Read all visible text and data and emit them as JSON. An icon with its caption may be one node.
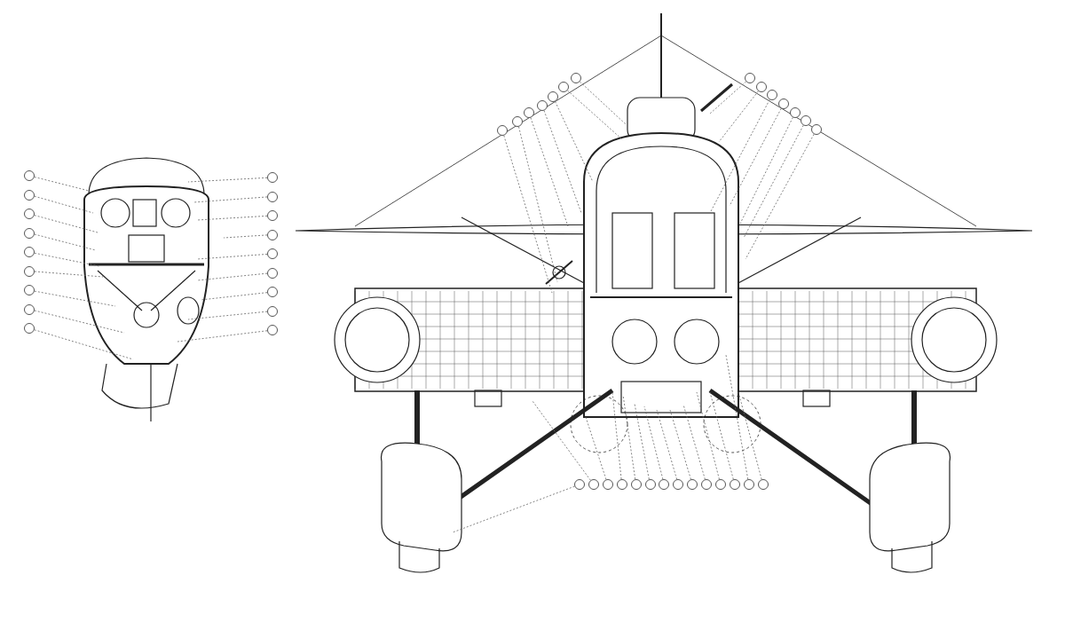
{
  "diagram": {
    "nodes": [
      {
        "text": [],
        "shape": "circle"
      },
      {
        "text": [],
        "shape": "circle"
      },
      {
        "text": [],
        "shape": "circle"
      },
      {
        "text": [],
        "shape": "circle"
      },
      {
        "text": [],
        "shape": "circle"
      },
      {
        "text": [],
        "shape": "circle"
      },
      {
        "text": [],
        "shape": "circle"
      },
      {
        "text": [],
        "shape": "circle"
      },
      {
        "text": [],
        "shape": "circle"
      },
      {
        "text": [],
        "shape": "circle"
      },
      {
        "text": [],
        "shape": "circle"
      },
      {
        "text": [],
        "shape": "circle"
      },
      {
        "text": [],
        "shape": "circle"
      },
      {
        "text": [],
        "shape": "circle"
      },
      {
        "text": [],
        "shape": "circle"
      },
      {
        "text": [],
        "shape": "circle"
      },
      {
        "text": [],
        "shape": "circle"
      },
      {
        "text": [],
        "shape": "circle"
      },
      {
        "text": [],
        "shape": "circle"
      },
      {
        "text": [],
        "shape": "circle"
      },
      {
        "text": [],
        "shape": "circle"
      },
      {
        "text": [],
        "shape": "circle"
      },
      {
        "text": [],
        "shape": "circle"
      },
      {
        "text": [],
        "shape": "circle"
      },
      {
        "text": [],
        "shape": "circle"
      },
      {
        "text": [],
        "shape": "circle"
      },
      {
        "text": [],
        "shape": "circle"
      },
      {
        "text": [],
        "shape": "circle"
      },
      {
        "text": [],
        "shape": "circle"
      },
      {
        "text": [],
        "shape": "circle"
      },
      {
        "text": [],
        "shape": "circle"
      },
      {
        "text": [],
        "shape": "circle"
      },
      {
        "text": [],
        "shape": "circle"
      },
      {
        "text": [],
        "shape": "circle"
      },
      {
        "text": [],
        "shape": "circle"
      },
      {
        "text": [],
        "shape": "circle"
      },
      {
        "text": [],
        "shape": "circle"
      },
      {
        "text": [],
        "shape": "circle"
      },
      {
        "text": [],
        "shape": "circle"
      },
      {
        "text": [],
        "shape": "circle"
      },
      {
        "text": [],
        "shape": "circle"
      },
      {
        "text": [],
        "shape": "circle"
      },
      {
        "text": [],
        "shape": "circle"
      },
      {
        "text": [],
        "shape": "circle"
      },
      {
        "text": [],
        "shape": "circle"
      },
      {
        "text": [],
        "shape": "circle"
      }
    ],
    "edges": [
      {
        "from": 0,
        "to": null,
        "arrow": "none"
      },
      {
        "from": 1,
        "to": null,
        "arrow": "none"
      },
      {
        "from": 2,
        "to": null,
        "arrow": "none"
      },
      {
        "from": 3,
        "to": null,
        "arrow": "none"
      },
      {
        "from": 4,
        "to": null,
        "arrow": "none"
      },
      {
        "from": 5,
        "to": null,
        "arrow": "none"
      },
      {
        "from": 6,
        "to": null,
        "arrow": "none"
      },
      {
        "from": 7,
        "to": null,
        "arrow": "none"
      },
      {
        "from": 8,
        "to": null,
        "arrow": "none"
      },
      {
        "from": 9,
        "to": null,
        "arrow": "none"
      },
      {
        "from": 10,
        "to": null,
        "arrow": "none"
      },
      {
        "from": 11,
        "to": null,
        "arrow": "none"
      },
      {
        "from": 12,
        "to": null,
        "arrow": "none"
      },
      {
        "from": 13,
        "to": null,
        "arrow": "none"
      },
      {
        "from": 14,
        "to": null,
        "arrow": "none"
      },
      {
        "from": 15,
        "to": null,
        "arrow": "none"
      },
      {
        "from": 16,
        "to": null,
        "arrow": "none"
      },
      {
        "from": 17,
        "to": null,
        "arrow": "none"
      },
      {
        "from": 18,
        "to": null,
        "arrow": "none"
      },
      {
        "from": 19,
        "to": null,
        "arrow": "none"
      },
      {
        "from": 20,
        "to": null,
        "arrow": "none"
      },
      {
        "from": 21,
        "to": null,
        "arrow": "none"
      },
      {
        "from": 22,
        "to": null,
        "arrow": "none"
      },
      {
        "from": 23,
        "to": null,
        "arrow": "none"
      },
      {
        "from": 24,
        "to": null,
        "arrow": "none"
      },
      {
        "from": 25,
        "to": null,
        "arrow": "none"
      },
      {
        "from": 26,
        "to": null,
        "arrow": "none"
      },
      {
        "from": 27,
        "to": null,
        "arrow": "none"
      },
      {
        "from": 28,
        "to": null,
        "arrow": "none"
      },
      {
        "from": 29,
        "to": null,
        "arrow": "none"
      },
      {
        "from": 30,
        "to": null,
        "arrow": "none"
      },
      {
        "from": 31,
        "to": null,
        "arrow": "none"
      },
      {
        "from": 32,
        "to": null,
        "arrow": "none"
      },
      {
        "from": 33,
        "to": null,
        "arrow": "none"
      },
      {
        "from": 34,
        "to": null,
        "arrow": "none"
      },
      {
        "from": 35,
        "to": null,
        "arrow": "none"
      },
      {
        "from": 36,
        "to": null,
        "arrow": "none"
      },
      {
        "from": 37,
        "to": null,
        "arrow": "none"
      },
      {
        "from": 38,
        "to": null,
        "arrow": "none"
      },
      {
        "from": 39,
        "to": null,
        "arrow": "none"
      },
      {
        "from": 40,
        "to": null,
        "arrow": "none"
      },
      {
        "from": 41,
        "to": null,
        "arrow": "none"
      },
      {
        "from": 42,
        "to": null,
        "arrow": "none"
      },
      {
        "from": 43,
        "to": null,
        "arrow": "none"
      },
      {
        "from": 44,
        "to": null,
        "arrow": "none"
      },
      {
        "from": 45,
        "to": null,
        "arrow": "none"
      }
    ]
  }
}
